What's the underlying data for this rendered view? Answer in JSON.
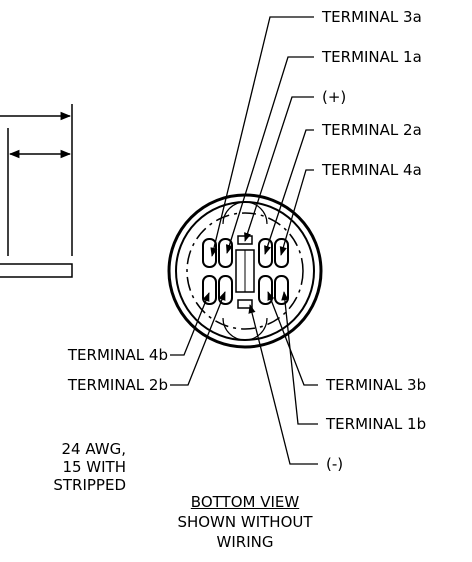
{
  "terminals_right": {
    "t3a": "TERMINAL 3a",
    "t1a": "TERMINAL 1a",
    "plus": "(+)",
    "t2a": "TERMINAL 2a",
    "t4a": "TERMINAL 4a",
    "t3b": "TERMINAL 3b",
    "t1b": "TERMINAL 1b",
    "minus": "(-)"
  },
  "terminals_left": {
    "t4b": "TERMINAL 4b",
    "t2b": "TERMINAL 2b"
  },
  "wire_note": {
    "line1": "24 AWG,",
    "line2": "15 WITH",
    "line3": "STRIPPED"
  },
  "view_caption": {
    "title": "BOTTOM VIEW",
    "line2": "SHOWN WITHOUT",
    "line3": "WIRING"
  }
}
